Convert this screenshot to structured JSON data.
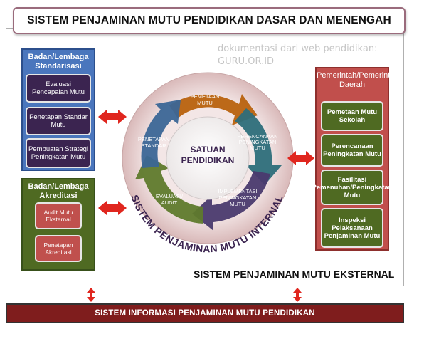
{
  "title": "SISTEM PENJAMINAN MUTU PENDIDIKAN DASAR DAN MENENGAH",
  "watermark": {
    "line1": "dokumentasi dari web pendidikan:",
    "line2": "GURU.OR.ID"
  },
  "standarisasi": {
    "title": "Badan/Lembaga Standarisasi",
    "items": [
      "Evaluasi Pencapaian Mutu",
      "Penetapan Standar Mutu",
      "Pembuatan Strategi Peningkatan Mutu"
    ]
  },
  "akreditasi": {
    "title": "Badan/Lembaga Akreditasi",
    "items": [
      "Audit Mutu Eksternal",
      "Penetapan Akreditasi"
    ]
  },
  "pemerintah": {
    "title": "Pemerintah/Pemerintah Daerah",
    "items": [
      "Pemetaan Mutu Sekolah",
      "Perencanaan Peningkatan Mutu",
      "Fasilitasi Pemenuhan/Peningkatan Mutu",
      "Inspeksi Pelaksanaan Penjaminan Mutu"
    ]
  },
  "cycle": {
    "center": "SATUAN PENDIDIKAN",
    "steps": [
      "PEMETAAN MUTU",
      "PERENCANAAN PENINGKATAN MUTU",
      "IMPLEMENTASI PENINGKATAN MUTU",
      "EVALUASI/ AUDIT",
      "PENETAPAN STANDAR"
    ],
    "internal_label": "SISTEM PENJAMINAN MUTU INTERNAL",
    "colors": [
      "#b8620e",
      "#2d6e7a",
      "#4a3a6e",
      "#5f7a2c",
      "#3b6696"
    ]
  },
  "eksternal_label": "SISTEM PENJAMINAN MUTU EKSTERNAL",
  "bottom_label": "SISTEM INFORMASI PENJAMINAN MUTU PENDIDIKAN",
  "arrow_color": "#e0261e"
}
